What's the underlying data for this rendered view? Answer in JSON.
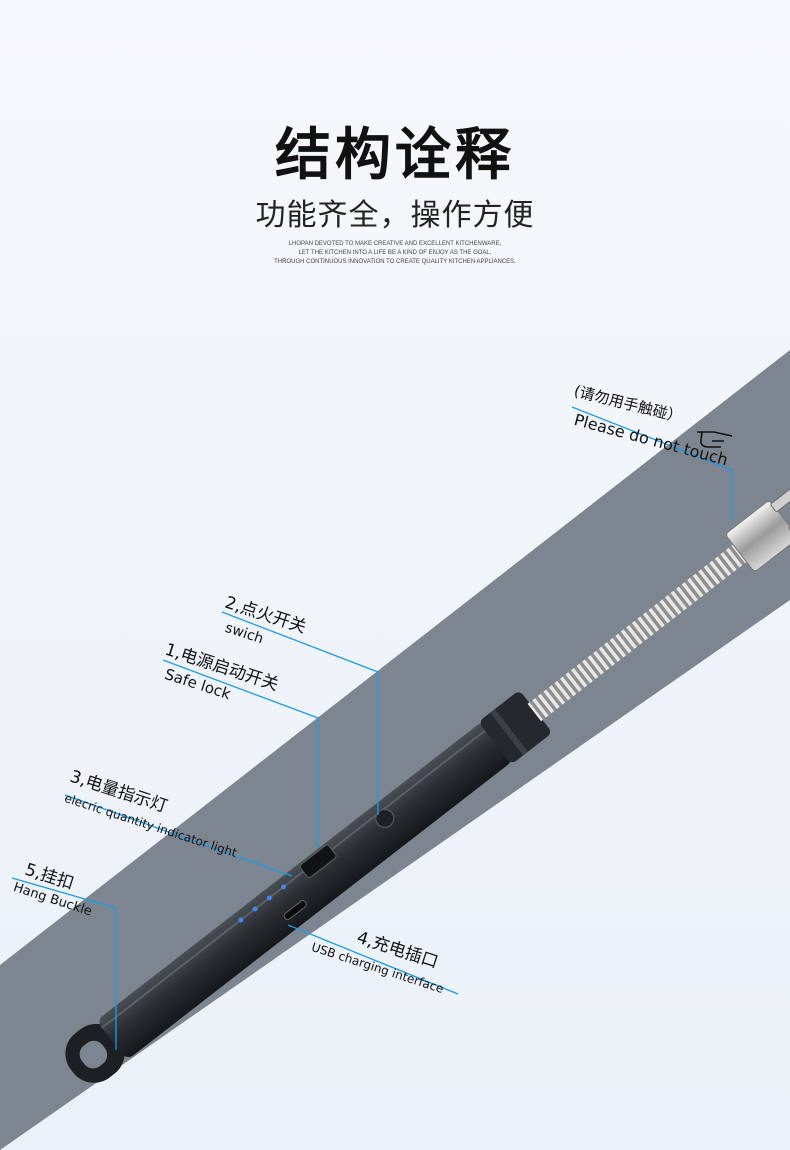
{
  "header": {
    "title": "结构诠释",
    "subtitle": "功能齐全，操作方便",
    "tagline": [
      "LHOPAN DEVOTED TO MAKE CREATIVE AND EXCELLENT KITCHENWARE,",
      "LET THE KITCHEN INTO A LIFE BE A KIND OF ENJOY AS THE GOAL,",
      "THROUGH CONTINUOUS INNOVATION TO CREATE QUALITY KITCHEN APPLIANCES."
    ]
  },
  "callouts": {
    "tip": {
      "cn": "(请勿用手触碰）",
      "en": "Please do not touch"
    },
    "switch": {
      "cn": "2,点火开关",
      "en": "swich"
    },
    "safe_lock": {
      "cn": "1,电源启动开关",
      "en": "Safe lock"
    },
    "indicator": {
      "cn": "3,电量指示灯",
      "en": "elecric quantity indicator light"
    },
    "buckle": {
      "cn": "5,挂扣",
      "en": "Hang Buckle"
    },
    "usb": {
      "cn": "4,充电插口",
      "en": "USB charging interface"
    }
  },
  "colors": {
    "band": "#7d8590",
    "callout_line": "#1e9be6",
    "body": "#2b2f33",
    "led": "#3f8cff",
    "arc": "#b44dff"
  },
  "icons": {
    "pointer": "pointing-hand-icon"
  }
}
